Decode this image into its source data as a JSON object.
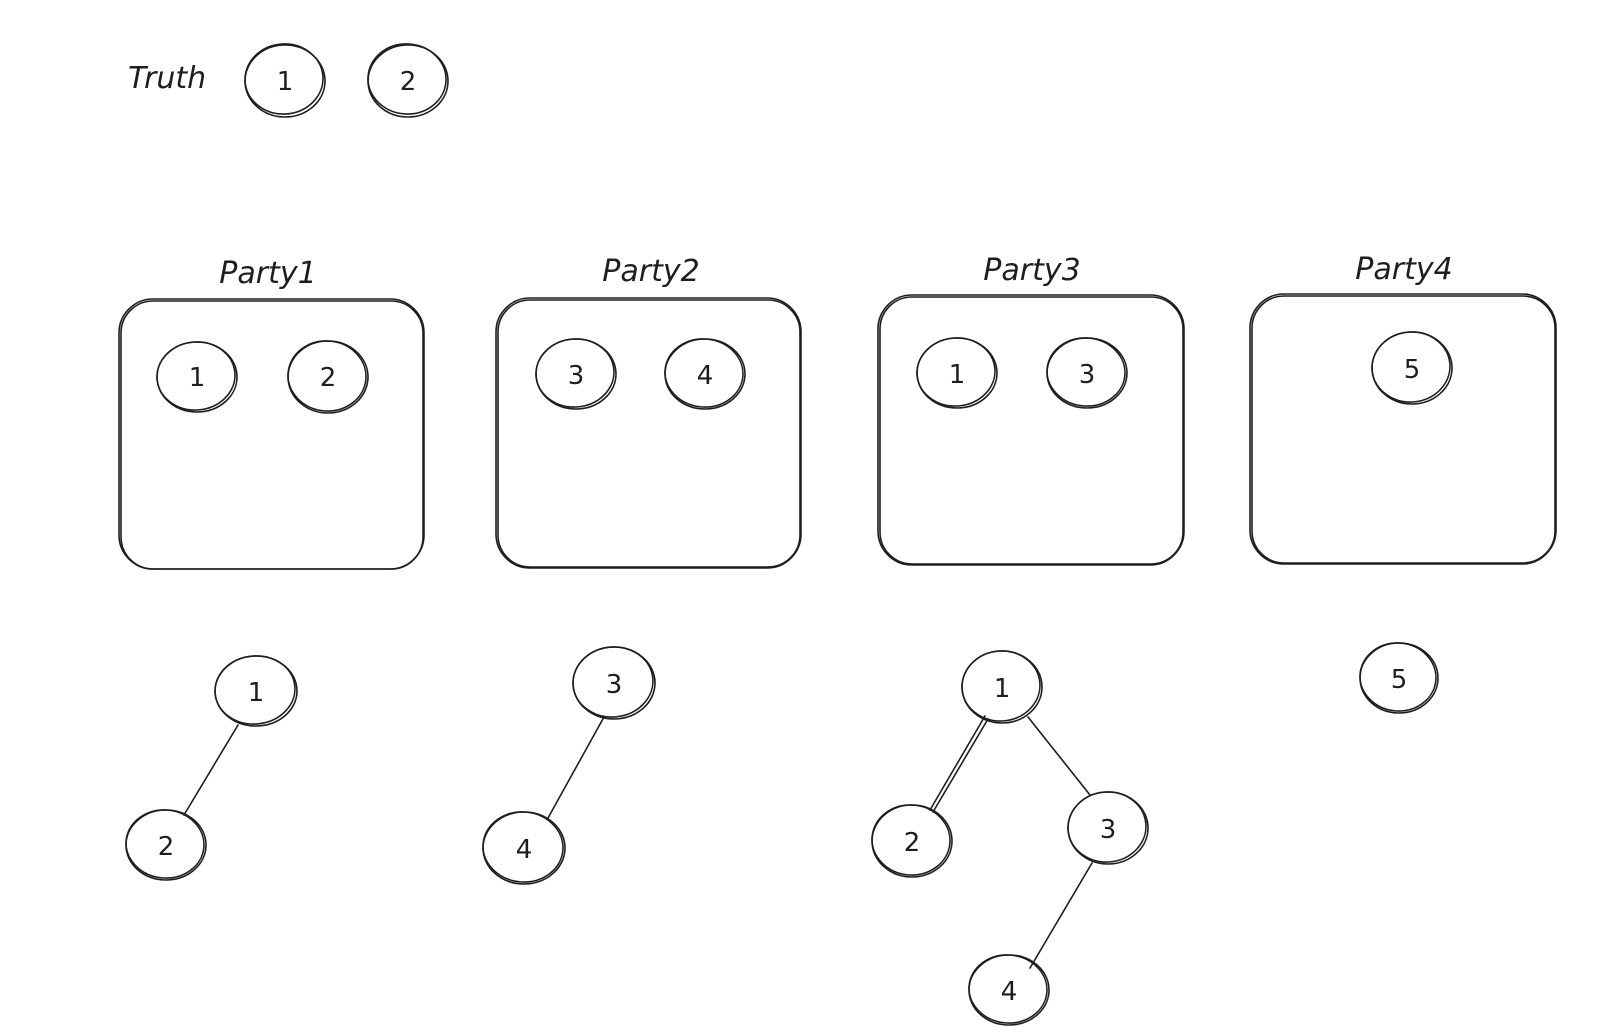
{
  "truth": {
    "label": "Truth",
    "nodes": [
      "1",
      "2"
    ]
  },
  "parties": [
    {
      "label": "Party1",
      "members": [
        "1",
        "2"
      ],
      "tree": {
        "nodes": [
          "1",
          "2"
        ],
        "edges": [
          [
            "1",
            "2"
          ]
        ]
      }
    },
    {
      "label": "Party2",
      "members": [
        "3",
        "4"
      ],
      "tree": {
        "nodes": [
          "3",
          "4"
        ],
        "edges": [
          [
            "3",
            "4"
          ]
        ]
      }
    },
    {
      "label": "Party3",
      "members": [
        "1",
        "3"
      ],
      "tree": {
        "nodes": [
          "1",
          "2",
          "3",
          "4"
        ],
        "edges": [
          [
            "1",
            "2"
          ],
          [
            "1",
            "3"
          ],
          [
            "3",
            "4"
          ]
        ]
      }
    },
    {
      "label": "Party4",
      "members": [
        "5"
      ],
      "tree": {
        "nodes": [
          "5"
        ],
        "edges": []
      }
    }
  ],
  "style": {
    "ink": "#1e1e1e",
    "background": "#ffffff"
  }
}
